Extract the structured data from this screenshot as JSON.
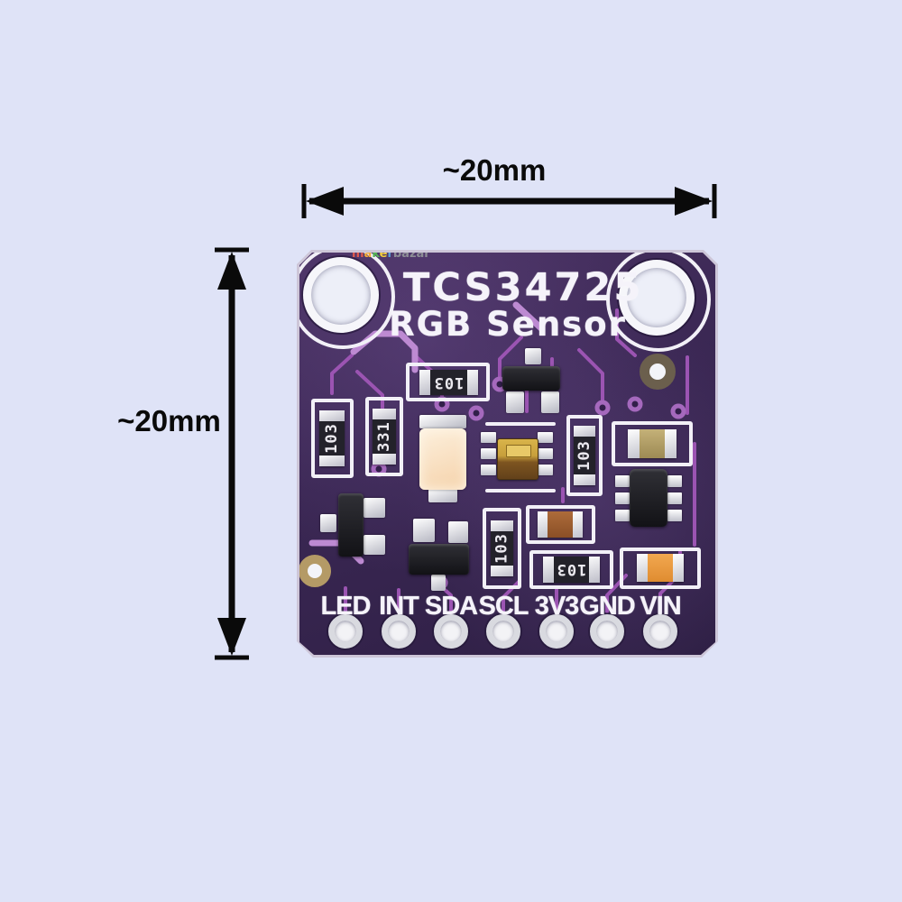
{
  "annotations": {
    "width_label": "~20mm",
    "height_label": "~20mm"
  },
  "board": {
    "title_line1": "TCS34725",
    "title_line2": "RGB Sensor",
    "watermark": {
      "letters": [
        {
          "ch": "m",
          "color": "#e05a4e"
        },
        {
          "ch": "a",
          "color": "#f2a93b"
        },
        {
          "ch": "k",
          "color": "#56b356"
        },
        {
          "ch": "e",
          "color": "#f5d03c"
        },
        {
          "ch": "r",
          "color": "#5aa0dc"
        },
        {
          "ch": "bazar",
          "color": "#8d8d96"
        }
      ]
    },
    "pins": [
      {
        "label": "LED"
      },
      {
        "label": "INT"
      },
      {
        "label": "SDA"
      },
      {
        "label": "SCL"
      },
      {
        "label": "3V3"
      },
      {
        "label": "GND"
      },
      {
        "label": "VIN"
      }
    ],
    "components": {
      "r_top": {
        "type": "resistor",
        "marking": "103"
      },
      "r_left_1": {
        "type": "resistor",
        "marking": "103"
      },
      "r_left_2": {
        "type": "resistor",
        "marking": "331"
      },
      "r_right": {
        "type": "resistor",
        "marking": "103"
      },
      "r_center": {
        "type": "resistor",
        "marking": "103"
      },
      "r_bottom": {
        "type": "resistor",
        "marking": "103"
      },
      "q_top": {
        "type": "transistor"
      },
      "q_left": {
        "type": "transistor"
      },
      "q_center": {
        "type": "transistor"
      },
      "u_sensor": {
        "type": "color-sensor-ic"
      },
      "u_regulator": {
        "type": "regulator-ic"
      },
      "c_tan": {
        "type": "capacitor"
      },
      "c_brown": {
        "type": "capacitor"
      },
      "c_orange": {
        "type": "capacitor"
      },
      "led": {
        "type": "white-led"
      }
    },
    "colors": {
      "background": "#dfe3f7",
      "pcb": "#3a2753",
      "trace": "#9b54b2",
      "silkscreen": "#f2f0f7",
      "annotation": "#0a0a0a",
      "capacitor_tan": "#b3a06a",
      "capacitor_brown": "#9a5b2e",
      "capacitor_orange": "#eb9a40",
      "led_body": "#f8e0c6",
      "chip_gold": "#c79f3b"
    }
  }
}
